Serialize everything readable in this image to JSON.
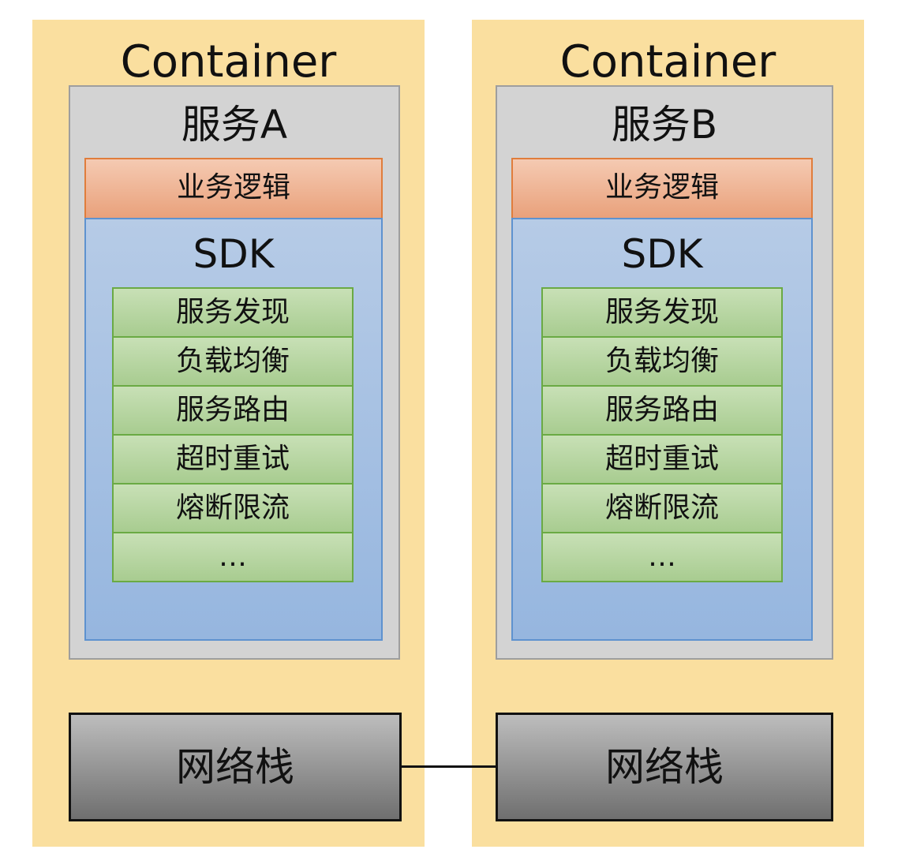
{
  "containers": [
    {
      "title": "Container",
      "service": {
        "title": "服务A",
        "business_logic": "业务逻辑",
        "sdk": {
          "title": "SDK",
          "features": [
            "服务发现",
            "负载均衡",
            "服务路由",
            "超时重试",
            "熔断限流",
            "…"
          ]
        }
      },
      "network_stack": "网络栈"
    },
    {
      "title": "Container",
      "service": {
        "title": "服务B",
        "business_logic": "业务逻辑",
        "sdk": {
          "title": "SDK",
          "features": [
            "服务发现",
            "负载均衡",
            "服务路由",
            "超时重试",
            "熔断限流",
            "…"
          ]
        }
      },
      "network_stack": "网络栈"
    }
  ],
  "colors": {
    "container": "#fadf9f",
    "service": "#d3d3d3",
    "business_logic": "#e9a17b",
    "sdk": "#96b6df",
    "feature": "#a8cc90",
    "network_stack": "#6f6f6f"
  }
}
